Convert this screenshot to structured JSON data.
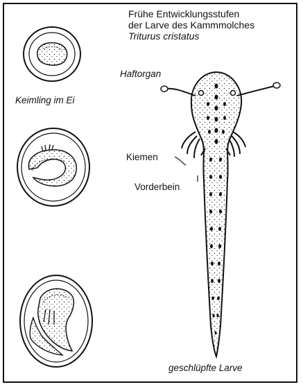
{
  "title": {
    "line1": "Frühe Entwicklungsstufen",
    "line2": "der Larve des Kammmolches",
    "species": "Triturus cristatus"
  },
  "labels": {
    "embryo": "Keimling im Ei",
    "adhesive_organ": "Haftorgan",
    "gills": "Kiemen",
    "foreleg": "Vorderbein",
    "hatched_larva": "geschlüpfte Larve"
  }
}
